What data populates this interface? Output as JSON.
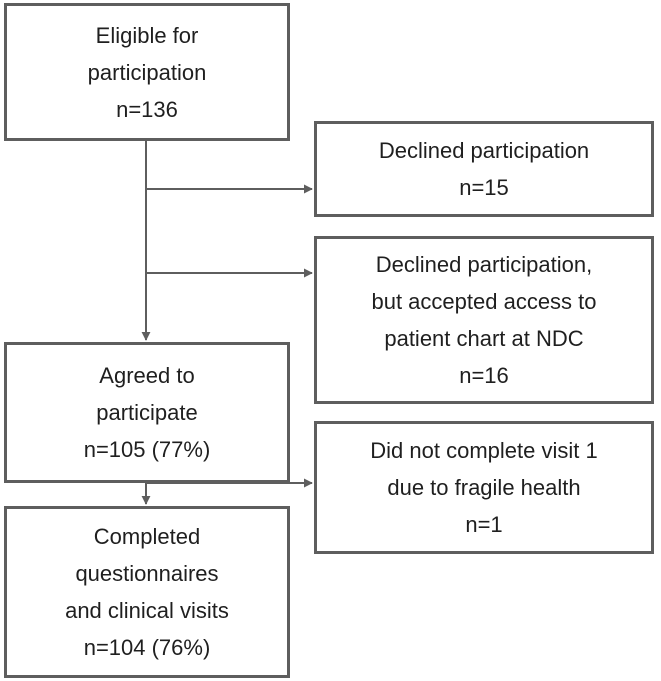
{
  "boxes": {
    "eligible": {
      "lines": [
        "Eligible for",
        "participation",
        "n=136"
      ]
    },
    "declined": {
      "lines": [
        "Declined participation",
        "n=15"
      ]
    },
    "chart": {
      "lines": [
        "Declined participation,",
        "but accepted access to",
        "patient chart at NDC",
        "n=16"
      ]
    },
    "agreed": {
      "lines": [
        "Agreed to",
        "participate",
        "n=105 (77%)"
      ]
    },
    "incomplete": {
      "lines": [
        "Did not complete visit 1",
        "due to fragile health",
        "n=1"
      ]
    },
    "completed": {
      "lines": [
        "Completed",
        "questionnaires",
        "and clinical visits",
        "n=104 (76%)"
      ]
    }
  },
  "colors": {
    "line": "#5e5e5e",
    "text": "#1f1f1f",
    "background": "#ffffff"
  }
}
